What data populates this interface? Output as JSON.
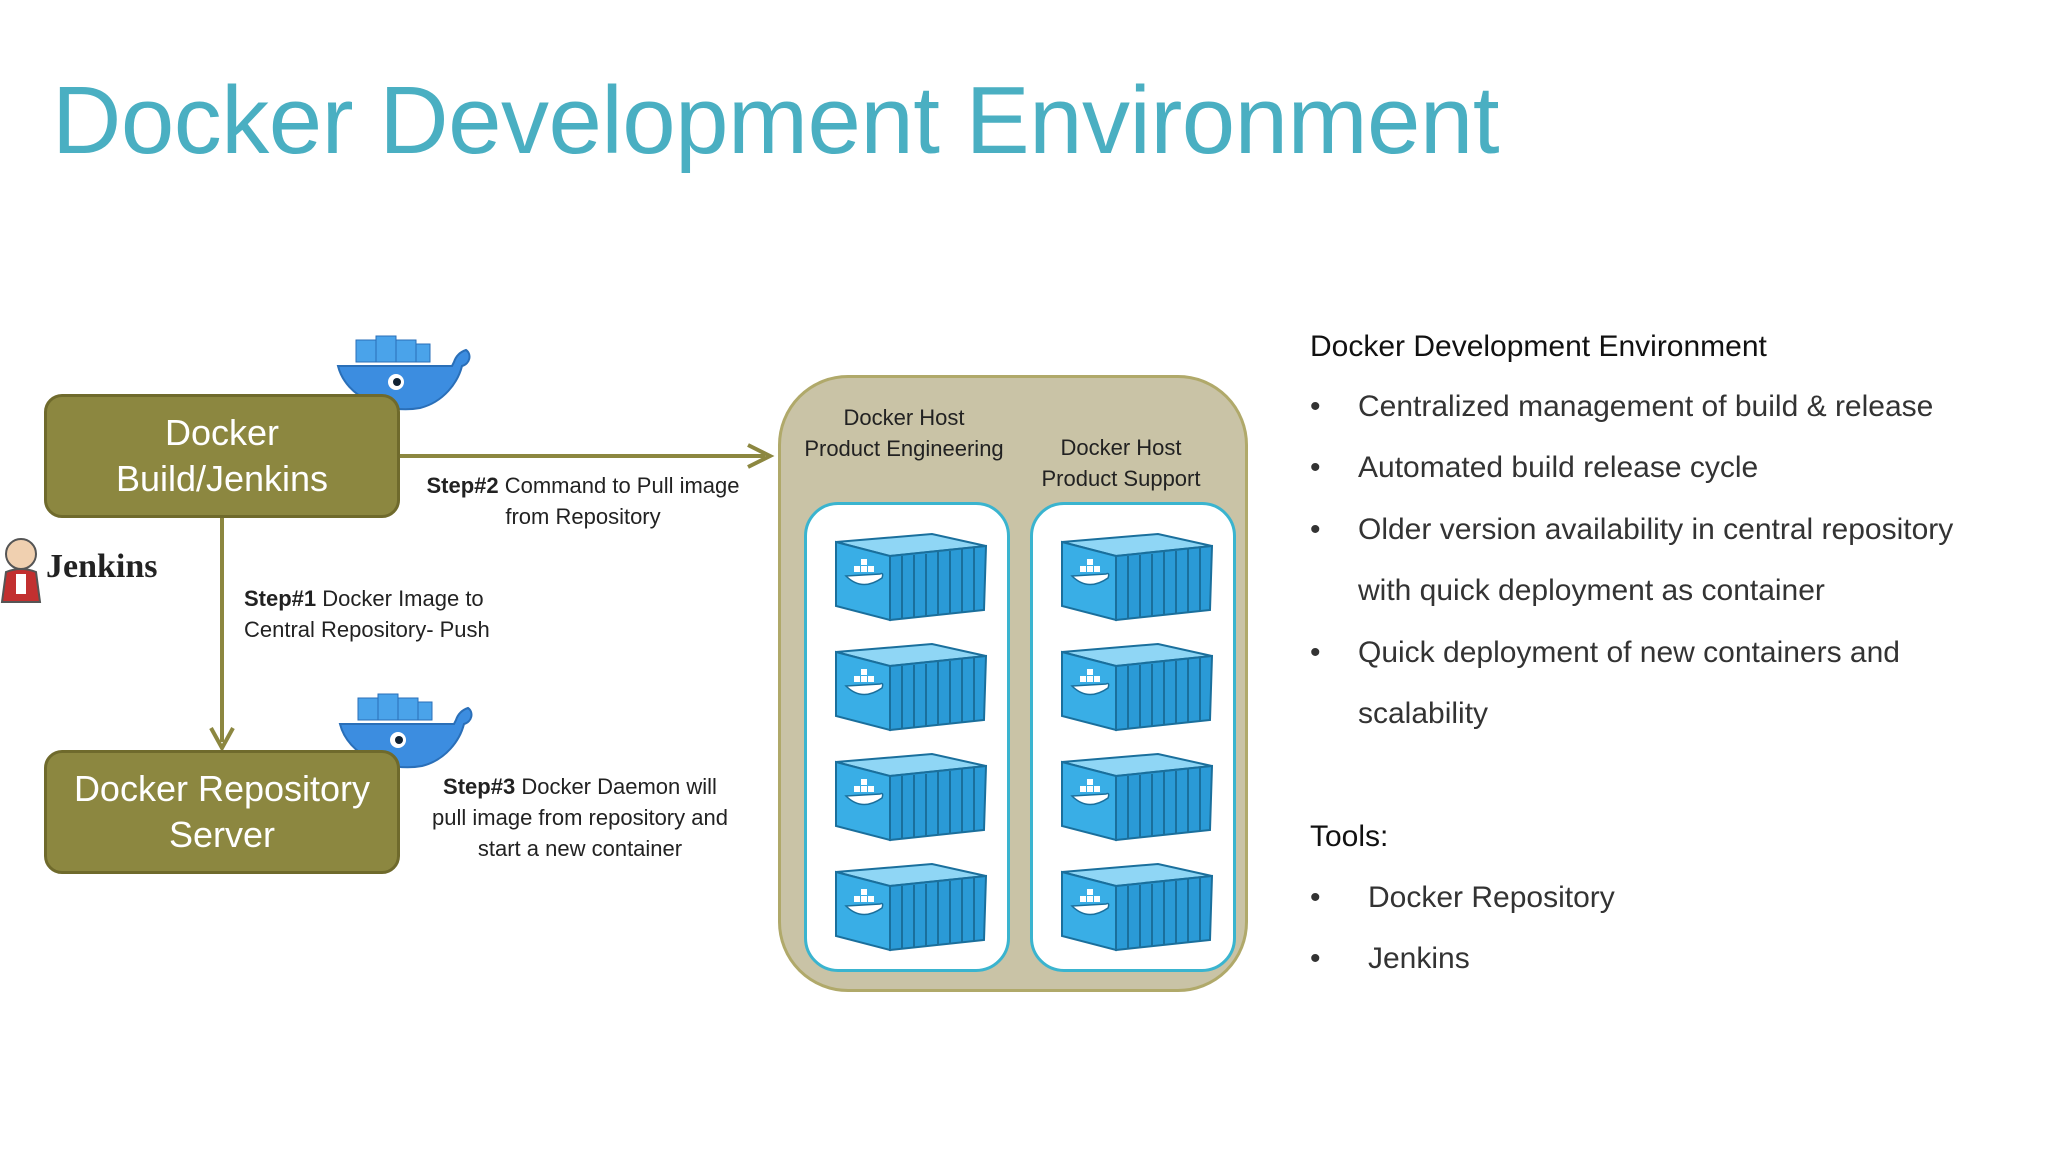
{
  "slide": {
    "title": "Docker Development Environment"
  },
  "diagram": {
    "build_box": {
      "line1": "Docker",
      "line2": "Build/Jenkins"
    },
    "repo_box": {
      "line1": "Docker Repository",
      "line2": "Server"
    },
    "jenkins_logo_text": "Jenkins",
    "step1": {
      "label": "Step#1",
      "text1": " Docker Image to",
      "text2": "Central Repository- Push"
    },
    "step2": {
      "label": "Step#2",
      "text1": " Command to Pull image",
      "text2": "from Repository"
    },
    "step3": {
      "label": "Step#3",
      "text1": " Docker Daemon will",
      "text2": "pull image from repository and",
      "text3": "start a new container"
    },
    "host_engineering": {
      "line1": "Docker Host",
      "line2": "Product Engineering"
    },
    "host_support": {
      "line1": "Docker Host",
      "line2": "Product Support"
    },
    "colors": {
      "olive": "#8c8740",
      "teal": "#4aafc2",
      "container_blue": "#2fa8e0",
      "host_bg": "#c9c3a6"
    }
  },
  "notes": {
    "heading": "Docker Development Environment",
    "bullets": [
      "Centralized management of build & release",
      "Automated build release cycle",
      "Older version availability in central repository",
      "with quick deployment as container",
      "Quick deployment of new containers and",
      "scalability"
    ],
    "tools_heading": "Tools:",
    "tools": [
      "Docker Repository",
      "Jenkins"
    ],
    "bullet_char": "•"
  }
}
